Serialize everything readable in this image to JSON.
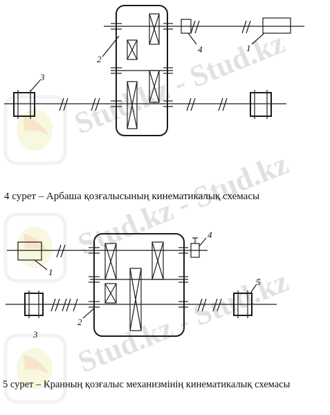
{
  "watermark": {
    "text": "Stud.kz - Stud.kz"
  },
  "figure4": {
    "caption": "4 сурет – Арбаша қозғалысының кинематикалық схемасы",
    "labels": {
      "l1": "1",
      "l2": "2",
      "l3": "3",
      "l4": "4"
    }
  },
  "figure5": {
    "caption": "5 сурет – Кранның қозғалыс механизмінің кинематикалық схемасы",
    "labels": {
      "l1": "1",
      "l2": "2",
      "l3": "3",
      "l4": "4",
      "l5": "5"
    }
  }
}
